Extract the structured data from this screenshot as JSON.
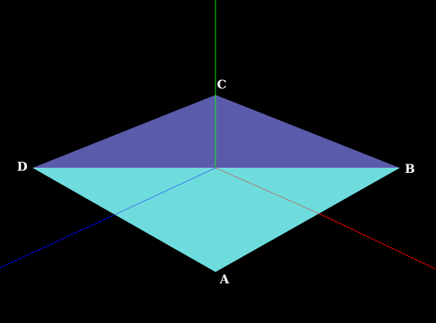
{
  "scene": {
    "background_color": "#000000",
    "colors": {
      "x_axis": "#ff0000",
      "y_axis": "#00ff00",
      "z_axis": "#0000ff",
      "back_face": "#5b5bab",
      "front_face": "#6edcdc",
      "label": "#ffffff"
    },
    "axes": [
      "x-axis",
      "y-axis",
      "z-axis"
    ],
    "shape": "square rendered as a rhombus lying in a horizontal plane",
    "vertex_labels": {
      "A": "A",
      "B": "B",
      "C": "C",
      "D": "D"
    }
  }
}
